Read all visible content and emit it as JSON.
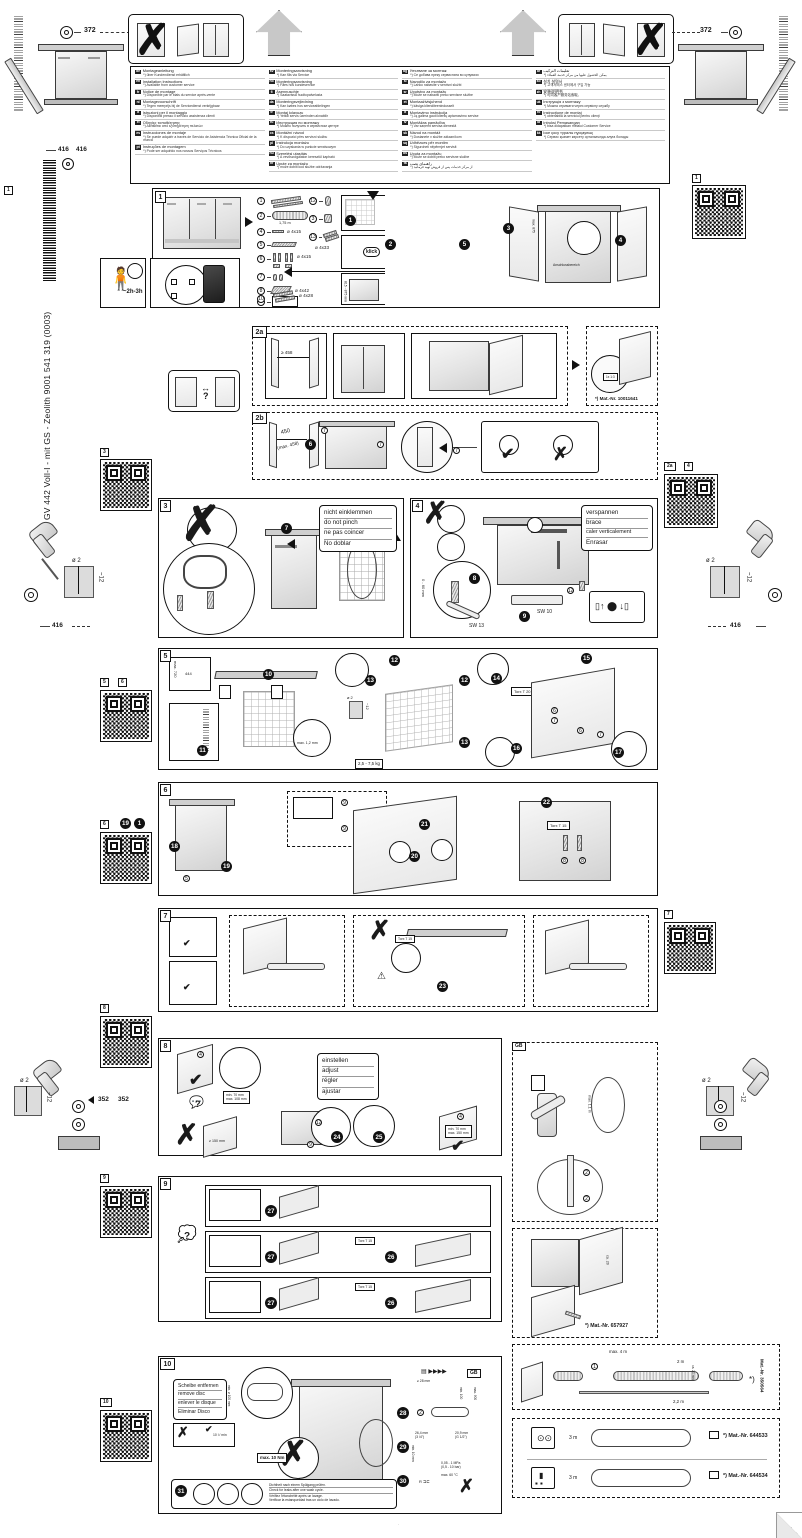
{
  "document": {
    "type": "installation-instruction-sheet",
    "spine_text": "GV 442 Voll-I - mit GS - Zeolith   9001 541 319 (0003)",
    "model_code": "GV 442 Voll-I - mit GS - Zeolith",
    "doc_number": "9001 541 319 (0003)"
  },
  "language_list": {
    "columns": [
      {
        "entries": [
          {
            "code": "de",
            "title": "Montageanleitung",
            "note": "*) über Kundendienst erhältlich"
          },
          {
            "code": "en",
            "title": "Installation Instructions",
            "note": "*) Available from customer service"
          },
          {
            "code": "fr",
            "title": "Notice de montage",
            "note": "*) Disponible par le biais du service après-vente"
          },
          {
            "code": "nl",
            "title": "Montagevoorschrift",
            "note": "*) Tegen meerprijs bij de Servicedienst verkrijgbaar"
          },
          {
            "code": "it",
            "title": "Istruzioni per il montaggio",
            "note": "*) Disponibili presso il servizio assistenza clienti"
          },
          {
            "code": "el",
            "title": "Οδηγίες τοποθέτησης",
            "note": "*) Διατίθεται από εξυπηρέτηση πελατών"
          },
          {
            "code": "es",
            "title": "Instrucciones de montaje",
            "note": "*) Se puede adquirir a través de Servicio de Asistencia Técnica Oficial de la marca"
          },
          {
            "code": "pt",
            "title": "Instruções de montagem",
            "note": "*) Pode ser adquirido nos nossos Serviços Técnicos"
          }
        ]
      },
      {
        "entries": [
          {
            "code": "sv",
            "title": "Monteringsanvisning",
            "note": "*) Kan fås via Service"
          },
          {
            "code": "no",
            "title": "Monteringsanvisning",
            "note": "*) Fåes hos kundeservice"
          },
          {
            "code": "fi",
            "title": "Asennusohje",
            "note": "*) Saatavissa huoltopalvelusta"
          },
          {
            "code": "da",
            "title": "Monteringsvejledning",
            "note": "*) Kan købes hos serviceafdelingen"
          },
          {
            "code": "tr",
            "title": "Montaj kılavuzu",
            "note": "*) Yetkili servis üzerinden alınabilir"
          },
          {
            "code": "ru",
            "title": "Инструкция по монтажу",
            "note": "*) Можно получить в сервисном центре"
          },
          {
            "code": "cs",
            "title": "Montážní návod",
            "note": "*) K dispozici přes servisní službu"
          },
          {
            "code": "pl",
            "title": "Instrukcja montażu",
            "note": "*) Do uzyskania w punkcie serwisowym"
          },
          {
            "code": "hu",
            "title": "Szerelési utasítás",
            "note": "*) A vevőszolgálaton keresztül kapható"
          },
          {
            "code": "hr",
            "title": "Upute za montažu",
            "note": "*) može dobiti kod službe održavanja"
          }
        ]
      },
      {
        "entries": [
          {
            "code": "bg",
            "title": "Упътване за монтаж",
            "note": "*) Се добива преку сервисната во купувачи"
          },
          {
            "code": "sl",
            "title": "Navodilo za montažo",
            "note": "*) Lahko nabavite v servisni službi"
          },
          {
            "code": "sr",
            "title": "Uputstvo za montažu",
            "note": "*) Može se nabaviti preko servisne službe"
          },
          {
            "code": "et",
            "title": "Montaaživisjuhend",
            "note": "*) käsiga klienditeenindusselt"
          },
          {
            "code": "lt",
            "title": "Montavimo instrukcija",
            "note": "*) Ją galima gauti klientų aptarnavimo servise"
          },
          {
            "code": "lv",
            "title": "Montāžas pamācība",
            "note": "*) Var saņemt servisa dienestā"
          },
          {
            "code": "sk",
            "title": "Návod na montáž",
            "note": "*) Dostanete v službe zákazníkom"
          },
          {
            "code": "sq",
            "title": "Udhëzues për montim",
            "note": "*) Siguroheti nëpërmjet servisit"
          },
          {
            "code": "bs",
            "title": "Uputa za montažu",
            "note": "*) Može se dobiti preko servisne službe"
          },
          {
            "code": "fa",
            "title": "راهنمای نصب",
            "note": "*) از مرکز خدمات پس از فروش تهیه فرمائید"
          }
        ]
      },
      {
        "entries": [
          {
            "code": "ar",
            "title": "تعليمات التركيب",
            "note": "*) يمكن الحصول عليها من مركز خدمة العملاء"
          },
          {
            "code": "ko",
            "title": "설치 설명서",
            "note": "*) 고객서비스 센터에서 구입 가능"
          },
          {
            "code": "zh",
            "title": "安装说明书",
            "note": "*) 可向客户服务站索取。"
          },
          {
            "code": "uk",
            "title": "Інструкція з монтажу",
            "note": "*) Можна отримати через сервісну службу"
          },
          {
            "code": "ro",
            "title": "Instrucţiune de montaj",
            "note": "*) obtenabilă la serviciul pentru clienţi"
          },
          {
            "code": "id",
            "title": "Intruksi Pemasangan",
            "note": "*) bisa didapatkan melalui Customer Service"
          },
          {
            "code": "kk",
            "title": "Іске қосу туралы нұсқаулық",
            "note": "*) Сервис қызмет көрсету орталығында алуға болады"
          }
        ]
      }
    ]
  },
  "dimensions": {
    "top_left_372": "372",
    "top_right_372": "372",
    "left_416_a": "416",
    "left_416_b": "416",
    "left_416_c": "416",
    "right_416": "416",
    "drill_diameter": "ø 2",
    "drill_depth": "~12",
    "bottom_352_a": "352",
    "bottom_352_b": "352"
  },
  "time_icon": {
    "duration": "~2h-3h"
  },
  "steps": {
    "s1": {
      "number": "1"
    },
    "s2a": {
      "number": "2a",
      "mat_nr": "*) Mat.-Nr. 10011641",
      "min_width": "≥ 458"
    },
    "s2b": {
      "number": "2b",
      "width": "450",
      "width_max": "(max. 458)"
    },
    "s3": {
      "number": "3",
      "note": [
        "nicht einklemmen",
        "do not pinch",
        "ne pas coincer",
        "No doblar"
      ]
    },
    "s4": {
      "number": "4",
      "note": [
        "verspannen",
        "brace",
        "caler verticalement",
        "Enrasar"
      ],
      "wrench_a": "SW 13",
      "wrench_b": "SW 10",
      "gap": "0 - 60 mm"
    },
    "s5": {
      "number": "5",
      "height_max": "max. 720",
      "height_min": "444",
      "weight": "2,5 - 7,5 kg",
      "gap": "max. 1,2 mm",
      "torx": "Torx T 20",
      "drill": "ø 2",
      "depth": "~12"
    },
    "s6": {
      "number": "6",
      "torx": "Torx T 15"
    },
    "s7": {
      "number": "7"
    },
    "s8": {
      "number": "8",
      "note": [
        "einstellen",
        "adjust",
        "régler",
        "ajustar"
      ],
      "range_a": "min. 70 mm\nmax. 108 mm",
      "range_b": "min. 70 mm\nmax. 150 mm",
      "bad": "≥ 150 mm"
    },
    "s9": {
      "number": "9",
      "torx": "Torx T 15"
    },
    "s10": {
      "number": "10",
      "note": [
        "Scheibe entfernen",
        "remove disc",
        "enlever le disque",
        "Eliminar Disco"
      ],
      "torque": "max. 10 Nm",
      "flow": "10 l / min",
      "hose_a": "26,4 mm\n(3 /4\")",
      "hose_b": "20,9 mm\n(G 1/2\")",
      "pressure": "0,05 - 1 MPa\n(0,5 - 10 bar)",
      "temp": "max. 60 °C",
      "check": [
        "Dichtheit nach einem Spülgang prüfen.",
        "Check for leaks after one wash cycle.",
        "Vérifiez l'étanchéité après un lavage.",
        "Verificar la estanqueidad tras un ciclo de lavado."
      ],
      "gb_tag": "GB"
    }
  },
  "callouts": {
    "black": [
      "1",
      "2",
      "6",
      "7",
      "8",
      "9",
      "10",
      "11",
      "12",
      "13",
      "14",
      "15",
      "16",
      "17",
      "18",
      "19",
      "20",
      "21",
      "22",
      "23",
      "24",
      "25",
      "26",
      "27",
      "28",
      "29",
      "30",
      "31"
    ],
    "parts": [
      "1",
      "2",
      "3",
      "4",
      "5",
      "6",
      "7",
      "8",
      "9",
      "10",
      "11"
    ]
  },
  "parts_list": {
    "items": [
      {
        "ref": "1",
        "spec": ""
      },
      {
        "ref": "2",
        "spec": "1,75 m"
      },
      {
        "ref": "4",
        "spec": "ø 4x15"
      },
      {
        "ref": "5",
        "spec": ""
      },
      {
        "ref": "6",
        "spec": "ø 4x15"
      },
      {
        "ref": "7",
        "spec": ""
      },
      {
        "ref": "8",
        "spec": "ø 4x42"
      },
      {
        "ref": "9",
        "spec": ""
      },
      {
        "ref": "10",
        "spec": "ø 4x28"
      },
      {
        "ref": "11",
        "spec": ""
      },
      {
        "ref": "12",
        "spec": ""
      },
      {
        "ref": "13",
        "spec": "ø 4x33"
      }
    ]
  },
  "side_refs": {
    "left": [
      "1",
      "3",
      "5",
      "6",
      "8",
      "9",
      "10"
    ],
    "right": [
      "1",
      "2a",
      "4",
      "7"
    ]
  },
  "accessories": {
    "gb_panel_mat": "*) Mat.-Nr. 657927",
    "hose_mat": "Mat.-Nr. 350564",
    "hose_max": "max. 4 m",
    "hose_len_a": "2 m",
    "hose_len_b": "2,2 m",
    "cords": [
      {
        "length": "3 m",
        "mat": "*) Mat.-Nr. 644533",
        "plug": "schuko"
      },
      {
        "length": "3 m",
        "mat": "*) Mat.-Nr. 644534",
        "plug": "uk"
      }
    ]
  }
}
